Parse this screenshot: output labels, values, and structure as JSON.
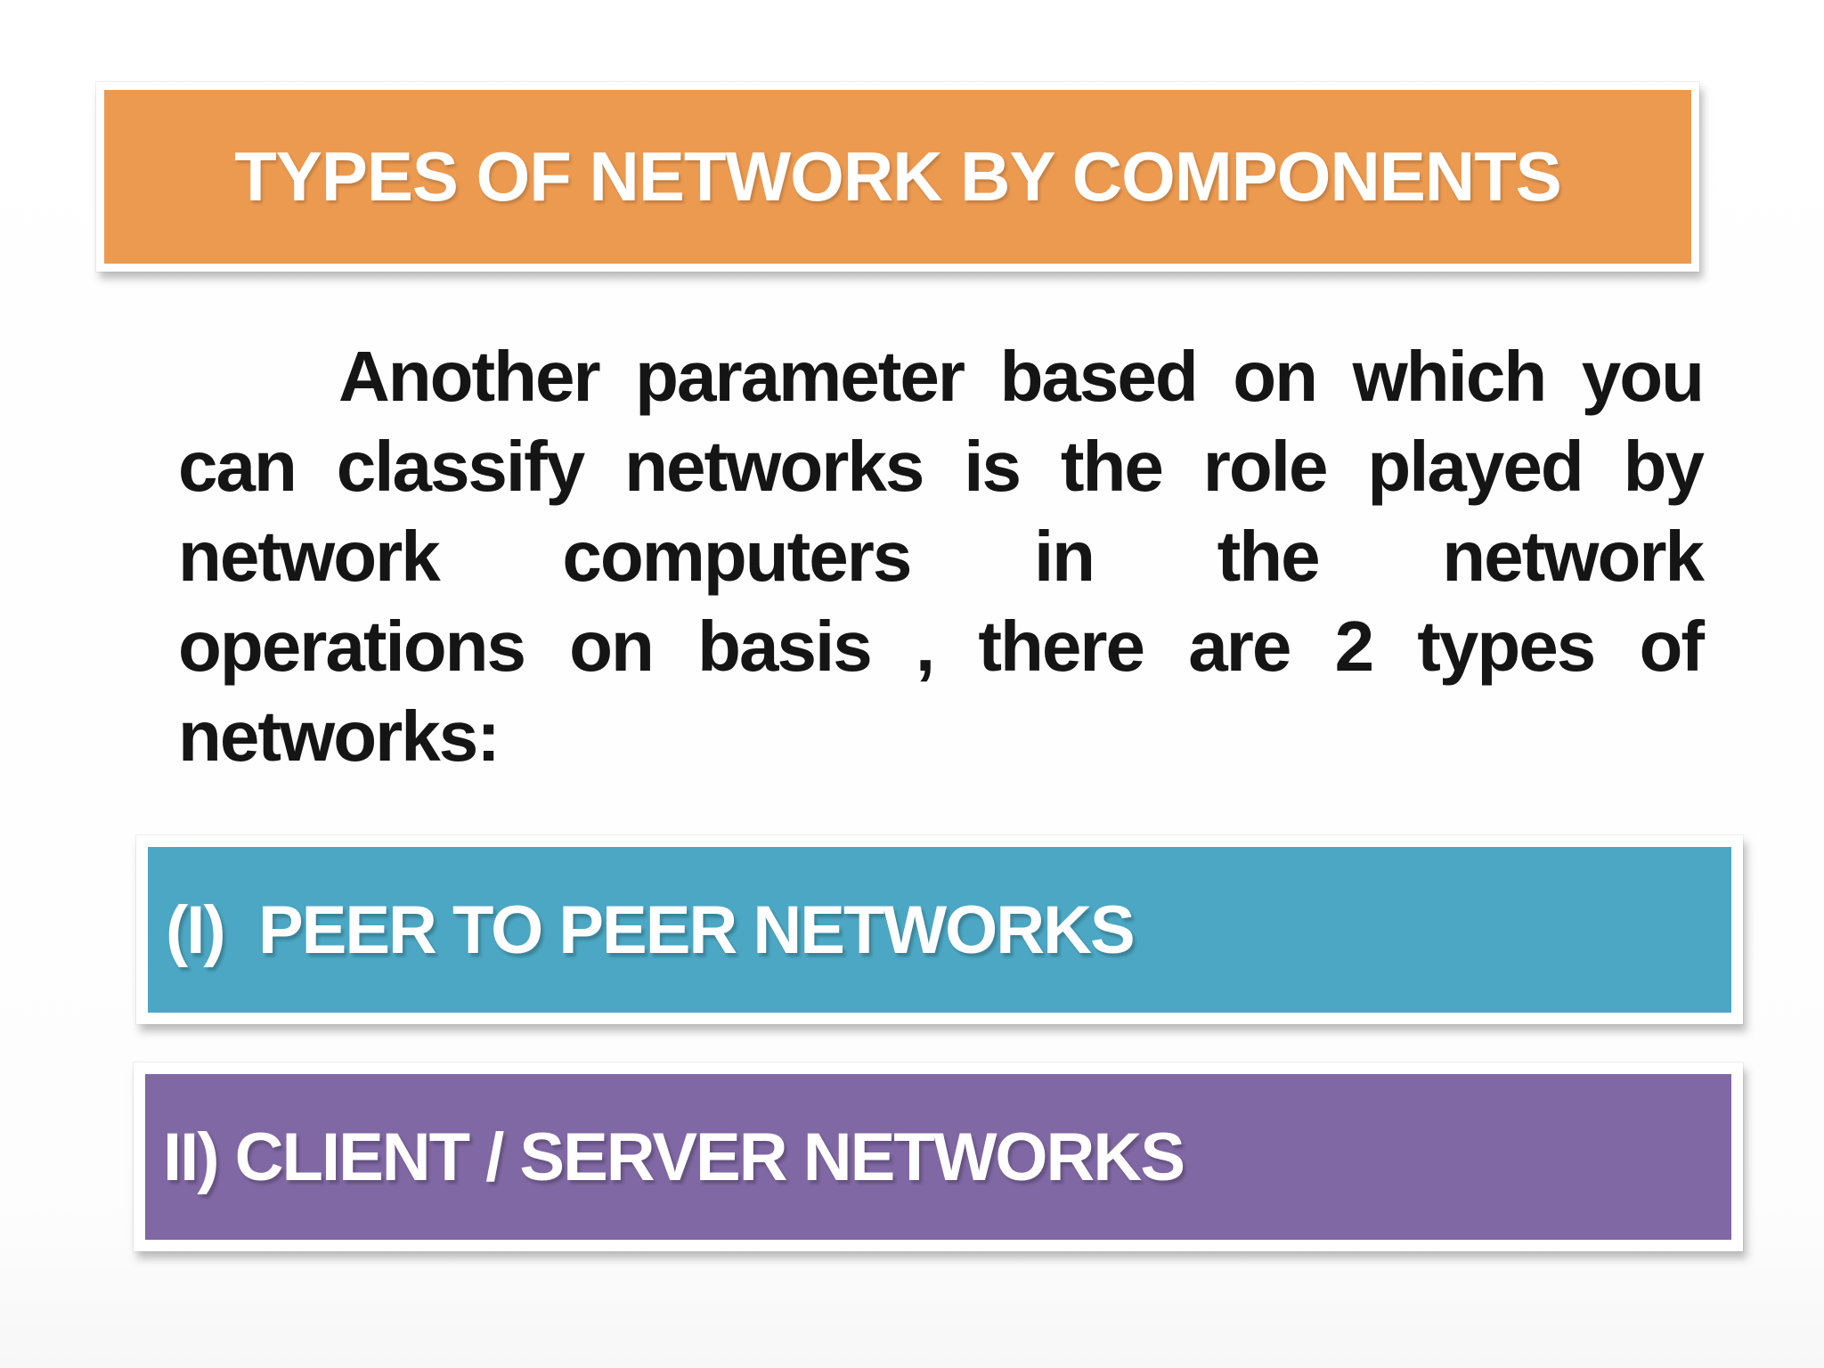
{
  "title": {
    "label": "TYPES OF NETWORK BY COMPONENTS"
  },
  "paragraph": {
    "lines": [
      "Another parameter based on which you",
      "can classify networks is the role played by",
      "network computers in the network",
      "operations on basis , there are 2 types of",
      "networks:"
    ]
  },
  "items": [
    {
      "label": "(I)  PEER TO PEER NETWORKS"
    },
    {
      "label": "II) CLIENT / SERVER NETWORKS"
    }
  ],
  "colors": {
    "title_banner_orange": "#EC9A50",
    "peer_bar_teal": "#4BA7C3",
    "client_bar_purple": "#8068A4",
    "body_text": "#151515",
    "frame_white": "#FFFFFF"
  }
}
